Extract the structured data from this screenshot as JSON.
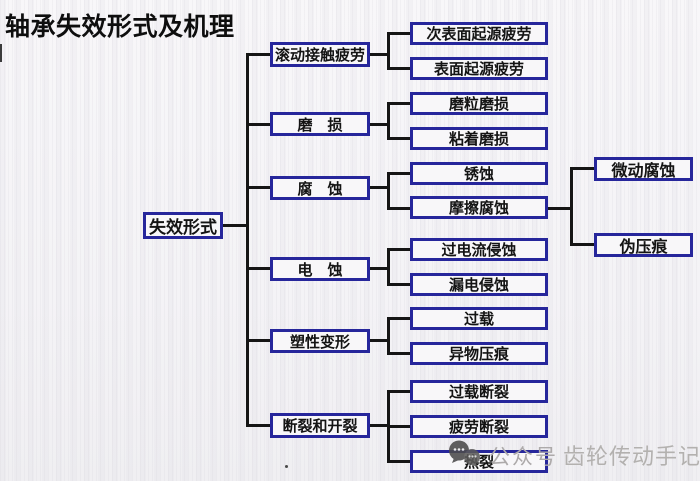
{
  "diagram": {
    "title": "轴承失效形式及机理",
    "root": {
      "label": "失效形式"
    },
    "branches": [
      {
        "label": "滚动接触疲劳",
        "children": [
          {
            "label": "次表面起源疲劳"
          },
          {
            "label": "表面起源疲劳"
          }
        ]
      },
      {
        "label": "磨　损",
        "children": [
          {
            "label": "磨粒磨损"
          },
          {
            "label": "粘着磨损"
          }
        ]
      },
      {
        "label": "腐　蚀",
        "children": [
          {
            "label": "锈蚀"
          },
          {
            "label": "摩擦腐蚀",
            "children": [
              {
                "label": "微动腐蚀"
              },
              {
                "label": "伪压痕"
              }
            ]
          }
        ]
      },
      {
        "label": "电　蚀",
        "children": [
          {
            "label": "过电流侵蚀"
          },
          {
            "label": "漏电侵蚀"
          }
        ]
      },
      {
        "label": "塑性变形",
        "children": [
          {
            "label": "过载"
          },
          {
            "label": "异物压痕"
          }
        ]
      },
      {
        "label": "断裂和开裂",
        "children": [
          {
            "label": "过载断裂"
          },
          {
            "label": "疲劳断裂"
          },
          {
            "label": "热裂"
          }
        ]
      }
    ]
  },
  "watermark": {
    "icon": "wechat-bubbles-icon",
    "prefix": "公众号",
    "name": "齿轮传动手记"
  },
  "colors": {
    "box_border": "#26269b",
    "connector": "#151515",
    "background": "#f4f3f6",
    "watermark_grey": "#b0adab",
    "title_text": "#0e0e0e"
  }
}
